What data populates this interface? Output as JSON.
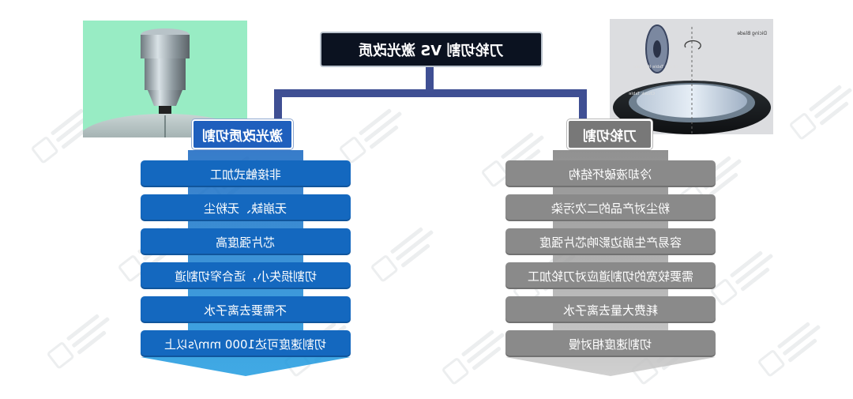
{
  "title": "刀轮切割 VS 激光改质",
  "left_column": {
    "header": "激光改质切割",
    "color": "#1f5fbd",
    "items": [
      "非接触式加工",
      "无崩缺、无粉尘",
      "芯片强度高",
      "切割损失小，适合窄切割道",
      "不需要去离子水",
      "切割速度可达1000 mm/s以上"
    ]
  },
  "right_column": {
    "header": "刀轮切割",
    "color": "#787878",
    "items": [
      "冷却液破坏结构",
      "粉尘对产品的二次污染",
      "容易产生崩边影响芯片强度",
      "需要较宽的切割道应对刀轮加工",
      "耗费大量去离子水",
      "切割速度相对慢"
    ]
  },
  "photo_left": {
    "icon": "laser-head-illustration"
  },
  "photo_right": {
    "icon": "dicing-blade-illustration",
    "labels": [
      "Dicing Blade",
      "Chuck Table Rotation",
      "Chuck Table"
    ]
  }
}
